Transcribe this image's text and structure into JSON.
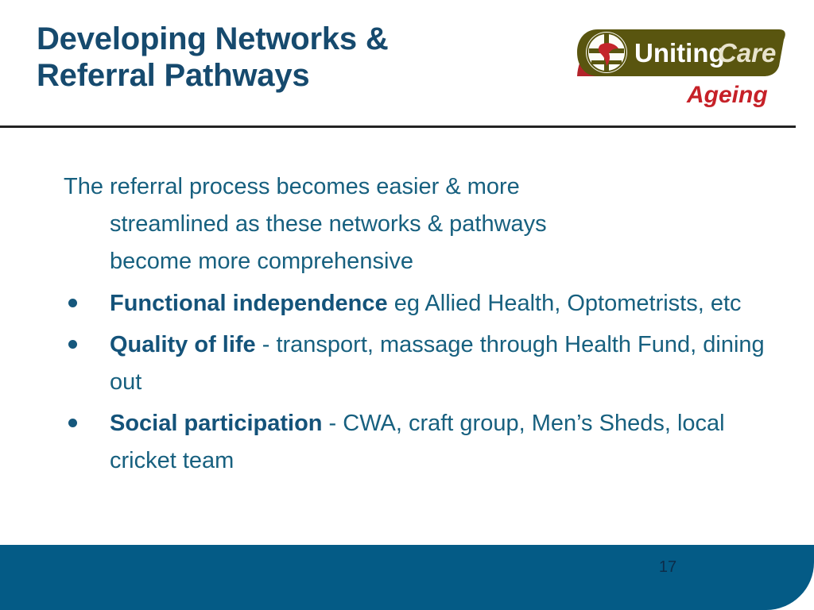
{
  "slide": {
    "title_line1": "Developing Networks &",
    "title_line2": "Referral Pathways",
    "title_full": "Developing Networks & Referral Pathways",
    "page_number": "17"
  },
  "logo": {
    "brand_part1": "Uniting",
    "brand_part2": "Care",
    "division": "Ageing",
    "emblem_name": "uniting-church-dove-cross-emblem",
    "colors": {
      "banner_olive": "#59550f",
      "swoosh_red": "#b3232a",
      "brand_white": "#ffffff",
      "brand_cream": "#e8e3cc",
      "division_red": "#c62128"
    }
  },
  "body": {
    "intro": {
      "line1": "The referral process becomes easier & more",
      "line2": "streamlined as these networks & pathways",
      "line3": "become more comprehensive"
    },
    "bullets": [
      {
        "lead": "Functional independence",
        "rest": "  eg  Allied Health, Optometrists, etc"
      },
      {
        "lead": "Quality of life",
        "rest": " - transport, massage through Health Fund, dining out"
      },
      {
        "lead": "Social participation",
        "rest": " - CWA, craft group, Men’s Sheds, local cricket team"
      }
    ]
  },
  "theme": {
    "title_color": "#164a6e",
    "body_color": "#17607f",
    "bullet_lead_color": "#14537a",
    "footer_color": "#045b86",
    "rule_color": "#222222",
    "background": "#ffffff"
  }
}
